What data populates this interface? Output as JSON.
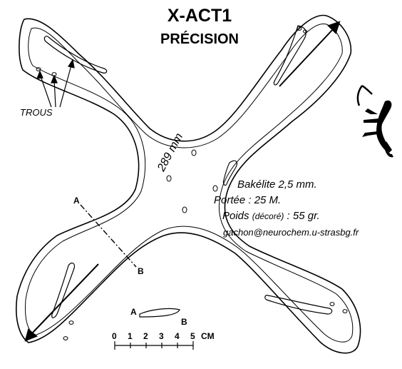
{
  "header": {
    "title": "X-ACT1",
    "subtitle": "PRÉCISION"
  },
  "labels": {
    "holes": "TROUS",
    "dimension": "289 mm",
    "section_a": "A",
    "section_b": "B"
  },
  "specs": {
    "material": "Bakélite 2,5 mm.",
    "range": "Portée : 25 M.",
    "weight_label": "Poids",
    "weight_note": "(décoré)",
    "weight_value": " : 55 gr.",
    "email": "gachon@neurochem.u-strasbg.fr"
  },
  "scale": {
    "ticks": [
      "0",
      "1",
      "2",
      "3",
      "4",
      "5"
    ],
    "unit": "CM"
  },
  "profile": {
    "a": "A",
    "b": "B"
  },
  "icons": [
    "boomerang-icon",
    "lizard-icon"
  ]
}
